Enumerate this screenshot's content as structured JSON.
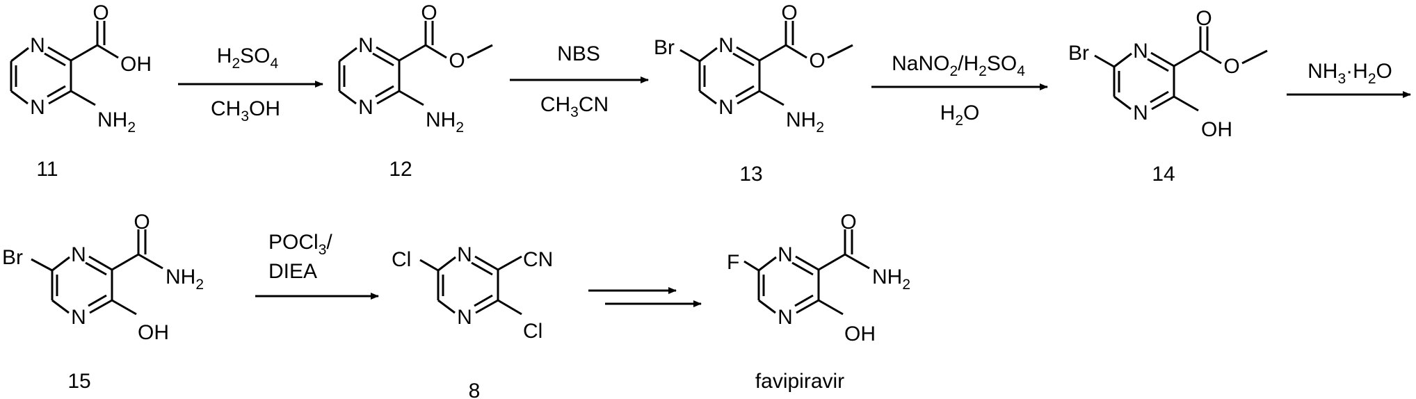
{
  "compounds": {
    "c11": {
      "id": "11",
      "atoms": {
        "n1": "N",
        "n2": "N",
        "o1": "O",
        "oh": "OH",
        "nh": "NH",
        "h": "2"
      }
    },
    "c12": {
      "id": "12",
      "atoms": {
        "n1": "N",
        "n2": "N",
        "o1": "O",
        "o2": "O",
        "nh": "NH",
        "h": "2"
      }
    },
    "c13": {
      "id": "13",
      "atoms": {
        "br": "Br",
        "n1": "N",
        "n2": "N",
        "o1": "O",
        "o2": "O",
        "nh": "NH",
        "h": "2"
      }
    },
    "c14": {
      "id": "14",
      "atoms": {
        "br": "Br",
        "n1": "N",
        "n2": "N",
        "o1": "O",
        "o2": "O",
        "oh": "OH"
      }
    },
    "c15": {
      "id": "15",
      "atoms": {
        "br": "Br",
        "n1": "N",
        "n2": "N",
        "o1": "O",
        "nh": "NH",
        "h": "2",
        "oh": "OH"
      }
    },
    "c8": {
      "id": "8",
      "atoms": {
        "cl1": "Cl",
        "n1": "N",
        "n2": "N",
        "cn": "CN",
        "cl2": "Cl"
      }
    },
    "fav": {
      "id": "favipiravir",
      "atoms": {
        "f": "F",
        "n1": "N",
        "n2": "N",
        "o1": "O",
        "nh": "NH",
        "h": "2",
        "oh": "OH"
      }
    }
  },
  "reagents": {
    "r1": {
      "top_a": "H",
      "top_sub1": "2",
      "top_b": "SO",
      "top_sub2": "4",
      "bot_a": "CH",
      "bot_sub": "3",
      "bot_b": "OH"
    },
    "r2": {
      "top": "NBS",
      "bot_a": "CH",
      "bot_sub": "3",
      "bot_b": "CN"
    },
    "r3": {
      "top_a": "NaNO",
      "top_sub1": "2",
      "top_b": "/H",
      "top_sub2": "2",
      "top_c": "SO",
      "top_sub3": "4",
      "bot_a": "H",
      "bot_sub": "2",
      "bot_b": "O"
    },
    "r4": {
      "top_a": "NH",
      "top_sub1": "3",
      "top_b": "·H",
      "top_sub2": "2",
      "top_c": "O"
    },
    "r5": {
      "line1_a": "POCl",
      "line1_sub": "3",
      "line1_b": "/",
      "line2": "DIEA"
    }
  }
}
